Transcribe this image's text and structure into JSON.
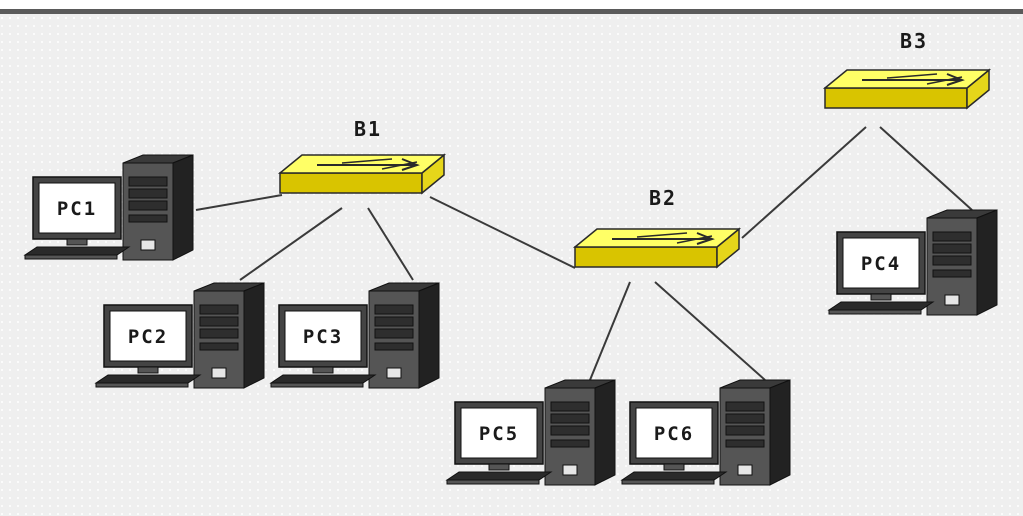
{
  "colors": {
    "background": "#efefef",
    "grid_dot": "#ffffff",
    "top_border": "#5a5a5a",
    "link": "#3a3a3a",
    "bridge_top": "#ffff66",
    "bridge_side": "#e6d61a",
    "bridge_front": "#d9c400",
    "bridge_outline": "#2a2a2a"
  },
  "bridges": [
    {
      "id": "B1",
      "label": "B1"
    },
    {
      "id": "B2",
      "label": "B2"
    },
    {
      "id": "B3",
      "label": "B3"
    }
  ],
  "pcs": [
    {
      "id": "PC1",
      "label": "PC1"
    },
    {
      "id": "PC2",
      "label": "PC2"
    },
    {
      "id": "PC3",
      "label": "PC3"
    },
    {
      "id": "PC4",
      "label": "PC4"
    },
    {
      "id": "PC5",
      "label": "PC5"
    },
    {
      "id": "PC6",
      "label": "PC6"
    }
  ],
  "links": [
    {
      "from": "PC1",
      "to": "B1"
    },
    {
      "from": "PC2",
      "to": "B1"
    },
    {
      "from": "PC3",
      "to": "B1"
    },
    {
      "from": "B1",
      "to": "B2"
    },
    {
      "from": "B2",
      "to": "B3"
    },
    {
      "from": "PC5",
      "to": "B2"
    },
    {
      "from": "PC6",
      "to": "B2"
    },
    {
      "from": "PC4",
      "to": "B3"
    }
  ]
}
